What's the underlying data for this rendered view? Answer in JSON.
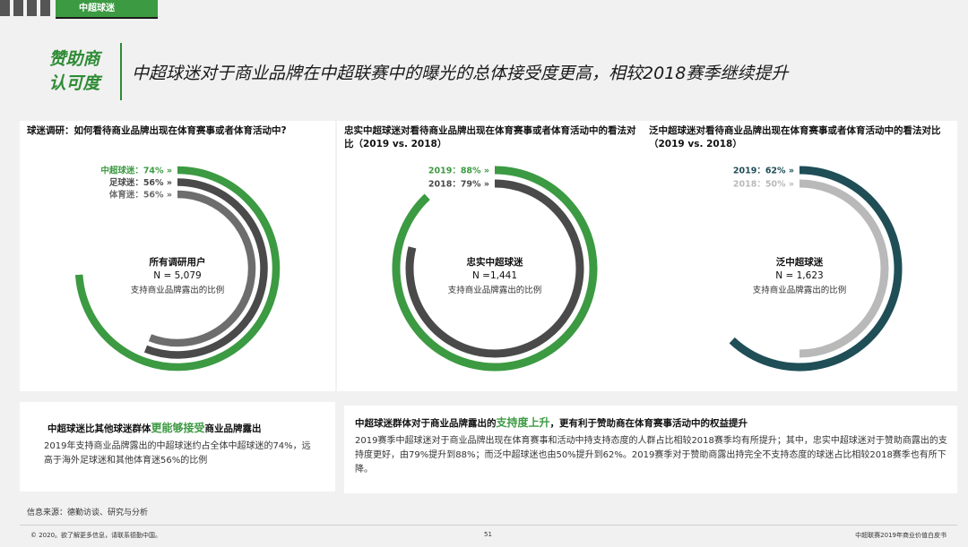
{
  "topbar": {
    "tag": "中超球迷"
  },
  "header": {
    "section_label_line1": "赞助商",
    "section_label_line2": "认可度",
    "headline": "中超球迷对于商业品牌在中超联赛中的曝光的总体接受度更高，相较2018赛季继续提升"
  },
  "colors": {
    "green": "#3c9a42",
    "dark_grey": "#4a4a4a",
    "grey": "#6d6d6d",
    "light_grey": "#b9b9b9",
    "teal": "#1f4e57",
    "text": "#1a1a1a"
  },
  "chart_data": [
    {
      "type": "radial-bar",
      "title": "球迷调研：如何看待商业品牌出现在体育赛事或者体育活动中?",
      "center": {
        "title": "所有调研用户",
        "n": "N = 5,079",
        "subtitle": "支持商业品牌露出的比例"
      },
      "max": 100,
      "series": [
        {
          "name": "中超球迷",
          "value": 74,
          "label": "中超球迷：74% »",
          "color": "#3c9a42"
        },
        {
          "name": "足球迷",
          "value": 56,
          "label": "足球迷：56% »",
          "color": "#4a4a4a"
        },
        {
          "name": "体育迷",
          "value": 56,
          "label": "体育迷：56% »",
          "color": "#6d6d6d"
        }
      ]
    },
    {
      "type": "radial-bar",
      "title": "忠实中超球迷对看待商业品牌出现在体育赛事或者体育活动中的看法对比（2019 vs. 2018）",
      "center": {
        "title": "忠实中超球迷",
        "n": "N =1,441",
        "subtitle": "支持商业品牌露出的比例"
      },
      "max": 100,
      "series": [
        {
          "name": "2019",
          "value": 88,
          "label": "2019：88% »",
          "color": "#3c9a42"
        },
        {
          "name": "2018",
          "value": 79,
          "label": "2018：79% »",
          "color": "#4a4a4a"
        }
      ]
    },
    {
      "type": "radial-bar",
      "title": "泛中超球迷对看待商业品牌出现在体育赛事或者体育活动中的看法对比（2019 vs. 2018）",
      "center": {
        "title": "泛中超球迷",
        "n": "N = 1,623",
        "subtitle": "支持商业品牌露出的比例"
      },
      "max": 100,
      "series": [
        {
          "name": "2019",
          "value": 62,
          "label": "2019：62% »",
          "color": "#1f4e57"
        },
        {
          "name": "2018",
          "value": 50,
          "label": "2018：50% »",
          "color": "#b9b9b9"
        }
      ]
    }
  ],
  "box_left": {
    "head_pre": "中超球迷比其他球迷群体",
    "head_highlight": "更能够接受",
    "head_post": "商业品牌露出",
    "body": "2019年支持商业品牌露出的中超球迷约占全体中超球迷的74%，远高于海外足球迷和其他体育迷56%的比例"
  },
  "box_right": {
    "head_pre": "中超球迷群体对于商业品牌露出的",
    "head_highlight": "支持度上升",
    "head_post": "，更有利于赞助商在体育赛事活动中的权益提升",
    "body": "2019赛季中超球迷对于商业品牌出现在体育赛事和活动中持支持态度的人群占比相较2018赛季均有所提升；其中，忠实中超球迷对于赞助商露出的支持度更好，由79%提升到88%；而泛中超球迷也由50%提升到62%。2019赛季对于赞助商露出持完全不支持态度的球迷占比相较2018赛季也有所下降。"
  },
  "source": "信息来源：德勤访谈、研究与分析",
  "footer": {
    "left": "© 2020。欲了解更多信息，请联系德勤中国。",
    "page": "51",
    "right": "中超联赛2019年商业价值白皮书"
  }
}
